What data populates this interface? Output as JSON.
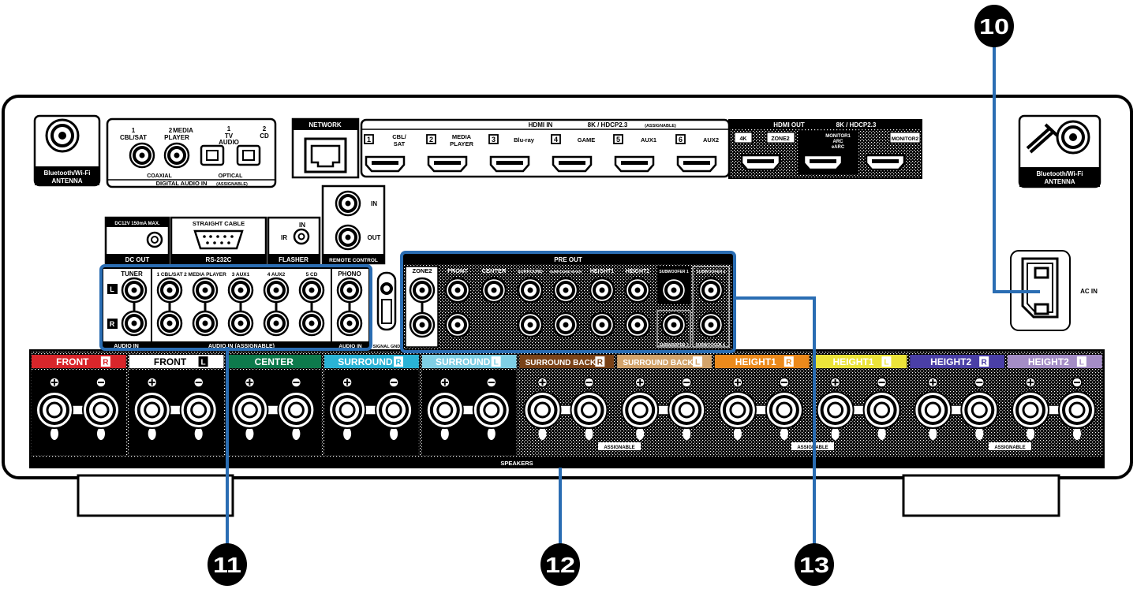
{
  "callouts": {
    "c10": "10",
    "c11": "11",
    "c12": "12",
    "c13": "13"
  },
  "antenna_left": {
    "line1": "Bluetooth/Wi-Fi",
    "line2": "ANTENNA"
  },
  "antenna_right": {
    "line1": "Bluetooth/Wi-Fi",
    "line2": "ANTENNA"
  },
  "digital_audio": {
    "coax1_num": "1",
    "coax1_name": "CBL/SAT",
    "coax2_num": "2",
    "coax2_name1": "MEDIA",
    "coax2_name2": "PLAYER",
    "opt1_num": "1",
    "opt1_name1": "TV",
    "opt1_name2": "AUDIO",
    "opt2_num": "2",
    "opt2_name": "CD",
    "coaxial": "COAXIAL",
    "optical": "OPTICAL",
    "footer": "DIGITAL AUDIO IN",
    "footer_note": "(ASSIGNABLE)"
  },
  "network": {
    "label": "NETWORK"
  },
  "hdmi_in": {
    "title": "HDMI IN",
    "spec": "8K / HDCP2.3",
    "note": "(ASSIGNABLE)",
    "ports": [
      {
        "num": "1",
        "name1": "CBL/",
        "name2": "SAT"
      },
      {
        "num": "2",
        "name1": "MEDIA",
        "name2": "PLAYER"
      },
      {
        "num": "3",
        "name1": "Blu-ray",
        "name2": ""
      },
      {
        "num": "4",
        "name1": "GAME",
        "name2": ""
      },
      {
        "num": "5",
        "name1": "AUX1",
        "name2": ""
      },
      {
        "num": "6",
        "name1": "AUX2",
        "name2": ""
      }
    ]
  },
  "hdmi_out": {
    "title": "HDMI OUT",
    "spec": "8K / HDCP2.3",
    "p4k": "4K",
    "zone2": "ZONE2",
    "monitor1_l1": "MONITOR1",
    "monitor1_l2": "ARC",
    "monitor1_l3": "eARC",
    "monitor2": "MONITOR2"
  },
  "dc_out": {
    "spec": "DC12V 150mA MAX.",
    "label": "DC OUT"
  },
  "rs232c": {
    "cable": "STRAIGHT CABLE",
    "label": "RS-232C"
  },
  "flasher": {
    "ir": "IR",
    "in": "IN",
    "label": "FLASHER"
  },
  "remote": {
    "in": "IN",
    "out": "OUT",
    "label": "REMOTE CONTROL"
  },
  "audio_in": {
    "tuner": "TUNER",
    "left": "L",
    "right": "R",
    "audio_in": "AUDIO IN",
    "assignable_label": "AUDIO IN (ASSIGNABLE)",
    "inputs": [
      "1 CBL/SAT",
      "2 MEDIA PLAYER",
      "3 AUX1",
      "4 AUX2",
      "5 CD"
    ],
    "phono": "PHONO",
    "phono_audio_in": "AUDIO IN",
    "signal_gnd": "SIGNAL GND"
  },
  "pre_out": {
    "title": "PRE OUT",
    "columns": [
      "ZONE2",
      "FRONT",
      "CENTER",
      "SURROUND",
      "SURROUND BACK",
      "HEIGHT1",
      "HEIGHT2",
      "SUBWOOFER 1",
      "SUBWOOFER 2"
    ],
    "sub3": "SUBWOOFER 3",
    "sub4": "SUBWOOFER 4"
  },
  "ac_in": {
    "label": "AC IN"
  },
  "speakers": {
    "footer": "SPEAKERS",
    "assignable": "ASSIGNABLE",
    "channels": [
      {
        "name": "FRONT",
        "side": "R",
        "color": "#d9262b"
      },
      {
        "name": "FRONT",
        "side": "L",
        "color": "#000000"
      },
      {
        "name": "CENTER",
        "side": "",
        "color": "#0d7a4c"
      },
      {
        "name": "SURROUND",
        "side": "R",
        "color": "#2ab3d6"
      },
      {
        "name": "SURROUND",
        "side": "L",
        "color": "#7fcfe5"
      },
      {
        "name": "SURROUND BACK",
        "side": "R",
        "color": "#7a4217"
      },
      {
        "name": "SURROUND BACK",
        "side": "L",
        "color": "#d3a36a"
      },
      {
        "name": "HEIGHT1",
        "side": "R",
        "color": "#ec8a1c"
      },
      {
        "name": "HEIGHT1",
        "side": "L",
        "color": "#ece43a"
      },
      {
        "name": "HEIGHT2",
        "side": "R",
        "color": "#4a3fa7"
      },
      {
        "name": "HEIGHT2",
        "side": "L",
        "color": "#a48dc6"
      }
    ]
  },
  "colors": {
    "callout_line": "#2a6db3",
    "panel": "#000000"
  }
}
